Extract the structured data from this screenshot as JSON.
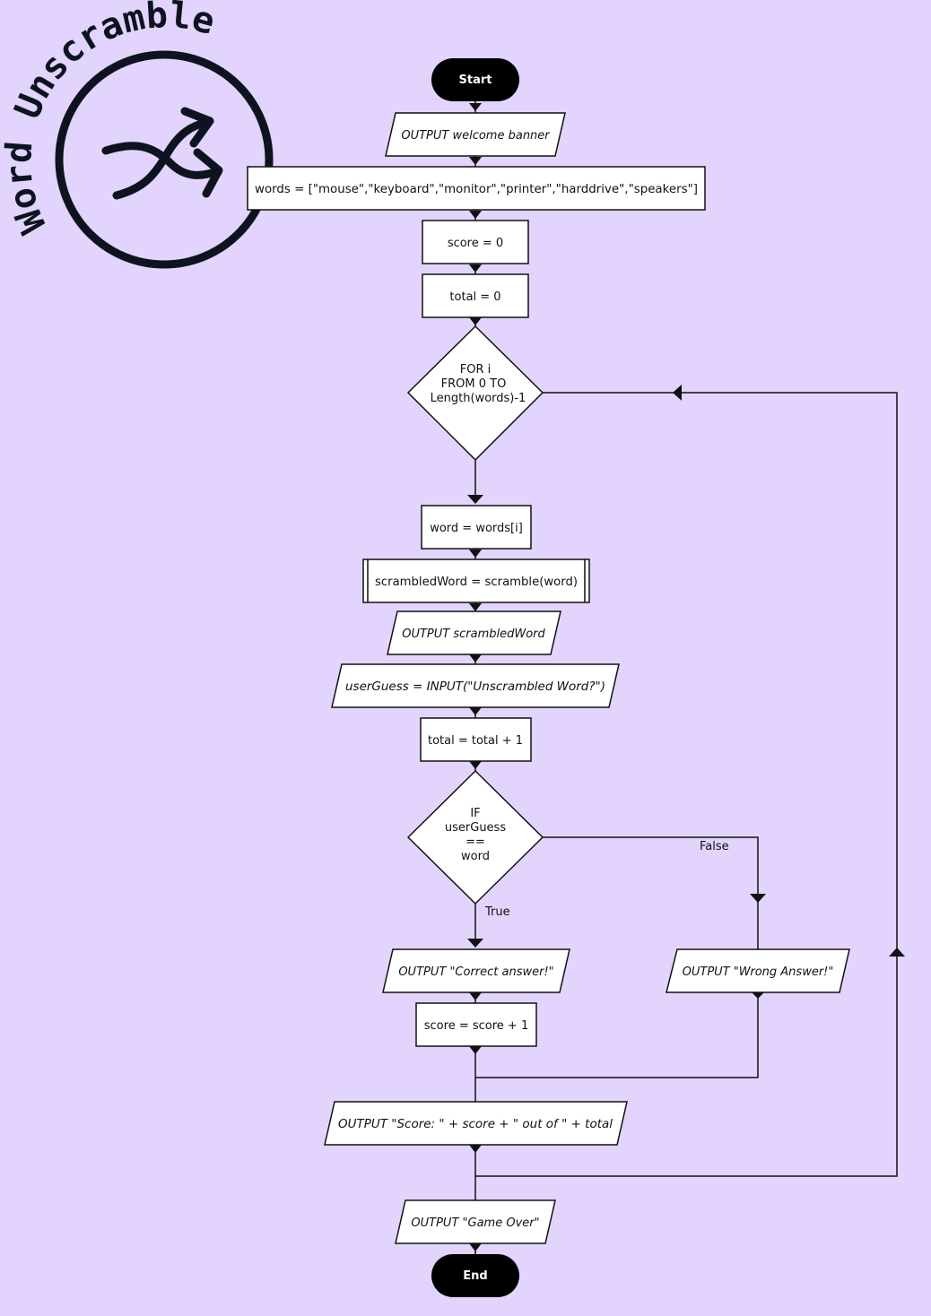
{
  "logo": {
    "text": "Word Unscramble",
    "icon": "shuffle-icon",
    "color": "#0d1420"
  },
  "colors": {
    "background": "#e3d4fd",
    "terminal": "#000000",
    "shape_fill": "#ffffff",
    "stroke": "#111111"
  },
  "flowchart": {
    "start": "Start",
    "output_welcome": "OUTPUT welcome banner",
    "words_init": "words = [\"mouse\",\"keyboard\",\"monitor\",\"printer\",\"harddrive\",\"speakers\"]",
    "score_init": "score = 0",
    "total_init": "total = 0",
    "loop_line1": "FOR i",
    "loop_line2": "FROM 0 TO",
    "loop_line3": "Length(words)-1",
    "word_assign": "word = words[i]",
    "scramble_call": "scrambledWord = scramble(word)",
    "output_scrambled": "OUTPUT scrambledWord",
    "user_input": "userGuess = INPUT(\"Unscrambled Word?\")",
    "total_inc": "total = total + 1",
    "if_line1": "IF",
    "if_line2": "userGuess",
    "if_line3": "==",
    "if_line4": "word",
    "true_label": "True",
    "false_label": "False",
    "output_correct": "OUTPUT \"Correct answer!\"",
    "output_wrong": "OUTPUT \"Wrong Answer!\"",
    "score_inc": "score = score + 1",
    "output_score": "OUTPUT \"Score: \" + score + \" out of \" + total",
    "output_gameover": "OUTPUT \"Game Over\"",
    "end": "End"
  }
}
